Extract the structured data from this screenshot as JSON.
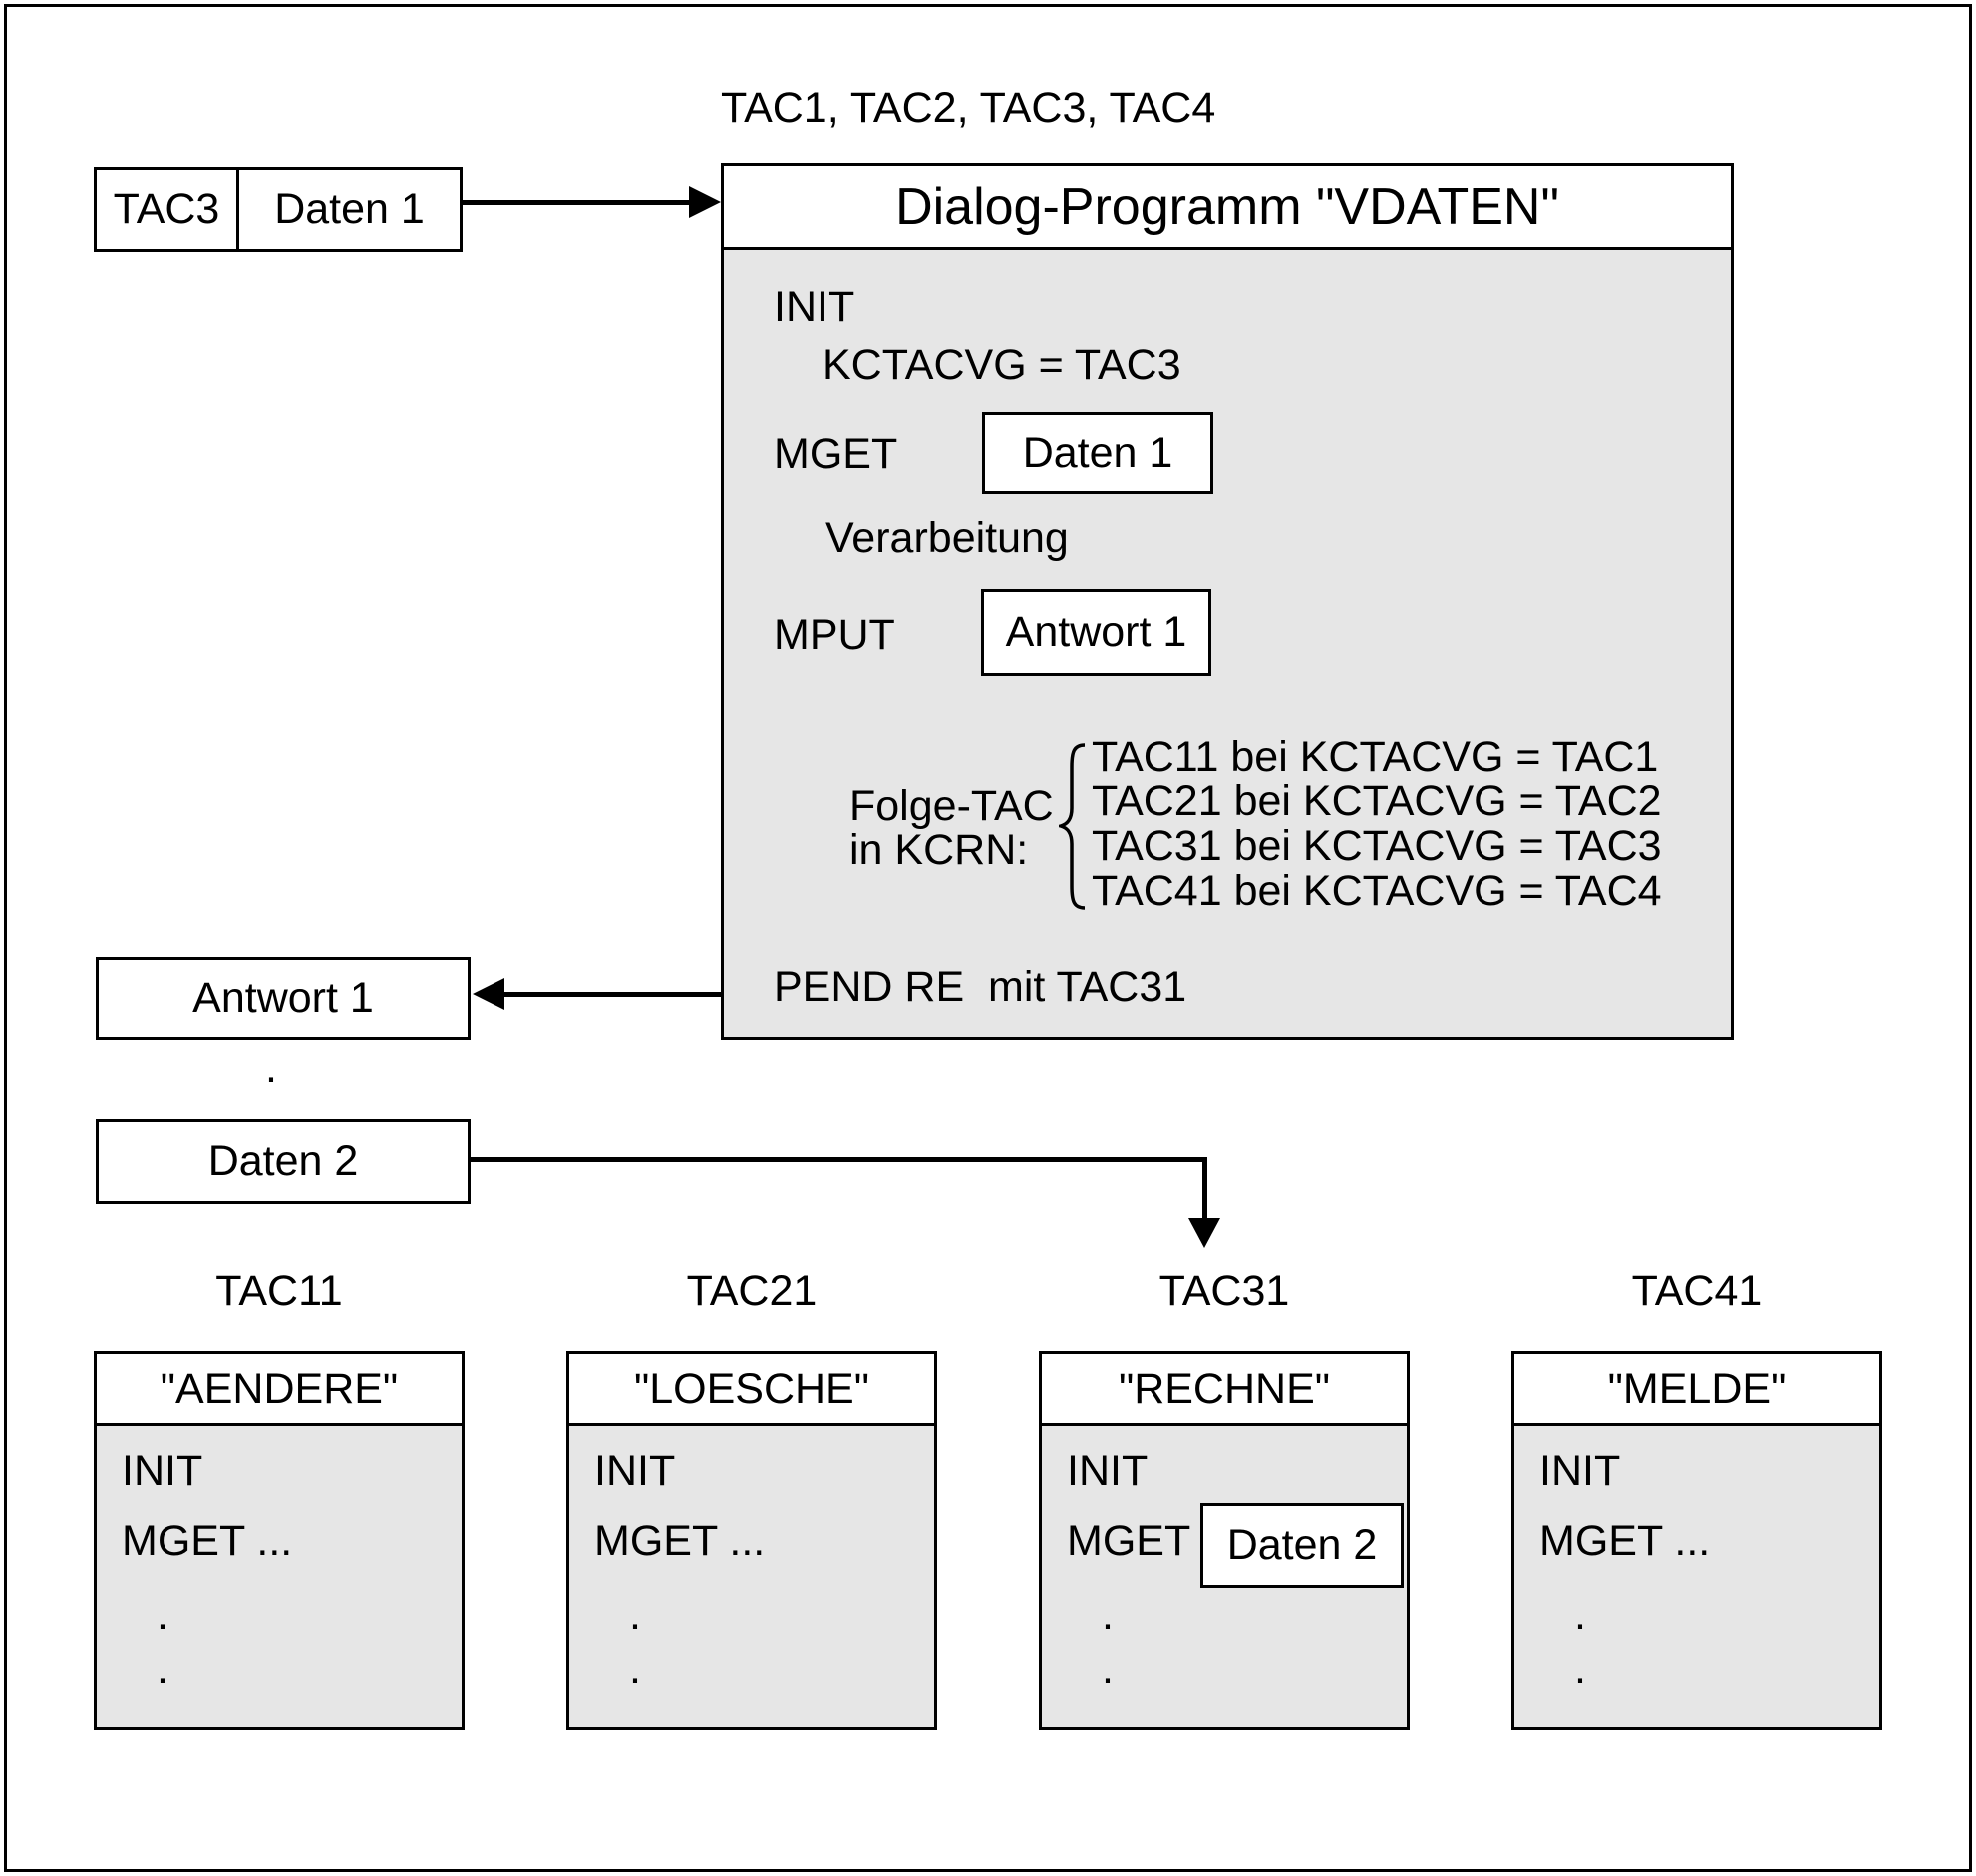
{
  "diagram": {
    "top_label": "TAC1, TAC2, TAC3, TAC4",
    "input_message": {
      "tac": "TAC3",
      "data": "Daten 1"
    },
    "main_program": {
      "title": "Dialog-Programm \"VDATEN\"",
      "init": "INIT",
      "init_detail": "KCTACVG = TAC3",
      "mget_label": "MGET",
      "mget_data": "Daten 1",
      "processing": "Verarbeitung",
      "mput_label": "MPUT",
      "mput_data": "Antwort 1",
      "folge_label_line1": "Folge-TAC",
      "folge_label_line2": "in KCRN:",
      "folge_lines": [
        "TAC11 bei KCTACVG = TAC1",
        "TAC21 bei KCTACVG = TAC2",
        "TAC31 bei KCTACVG = TAC3",
        "TAC41 bei KCTACVG = TAC4"
      ],
      "pend": "PEND RE  mit TAC31"
    },
    "antwort_box": "Antwort 1",
    "daten2_box": "Daten 2",
    "dot": ".",
    "columns": [
      {
        "label": "TAC11",
        "name": "\"AENDERE\"",
        "init": "INIT",
        "line2": "MGET ..."
      },
      {
        "label": "TAC21",
        "name": "\"LOESCHE\"",
        "init": "INIT",
        "line2": "MGET ..."
      },
      {
        "label": "TAC31",
        "name": "\"RECHNE\"",
        "init": "INIT",
        "mget_label": "MGET",
        "mget_data": "Daten 2"
      },
      {
        "label": "TAC41",
        "name": "\"MELDE\"",
        "init": "INIT",
        "line2": "MGET ..."
      }
    ],
    "colors": {
      "box_fill": "#e6e6e6",
      "border": "#000000",
      "background": "#ffffff"
    }
  }
}
